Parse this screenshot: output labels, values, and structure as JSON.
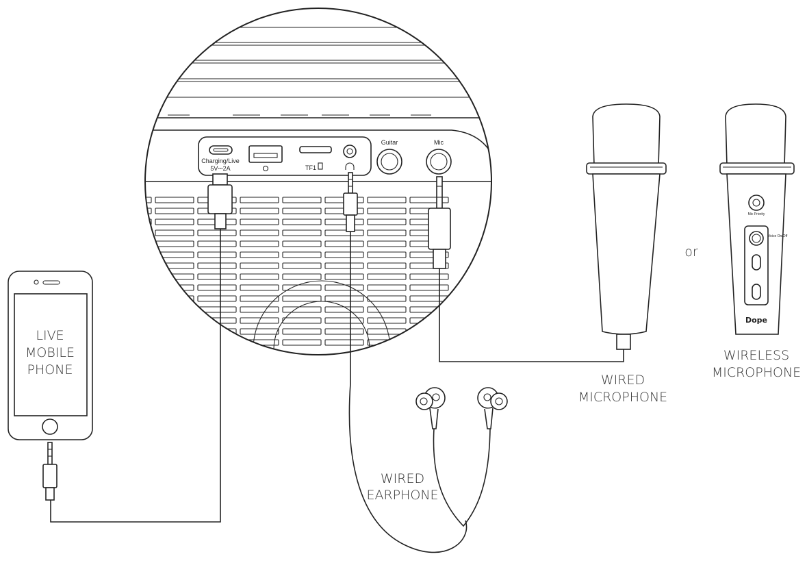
{
  "ports": {
    "charging": "Charging/Live",
    "charging_spec": "5V⎓2A",
    "tf": "TF1",
    "guitar": "Guitar",
    "mic": "Mic"
  },
  "labels": {
    "phone": [
      "LIVE",
      "MOBILE",
      "PHONE"
    ],
    "earphone": [
      "WIRED",
      "EARPHONE"
    ],
    "wired_mic": [
      "WIRED",
      "MICROPHONE"
    ],
    "wireless_mic": [
      "WIRELESS",
      "MICROPHONE"
    ],
    "or": "or"
  },
  "wireless_mic_details": {
    "priority": "Mic Priority",
    "voice": "Voice On/Off",
    "brand": "Dope"
  }
}
